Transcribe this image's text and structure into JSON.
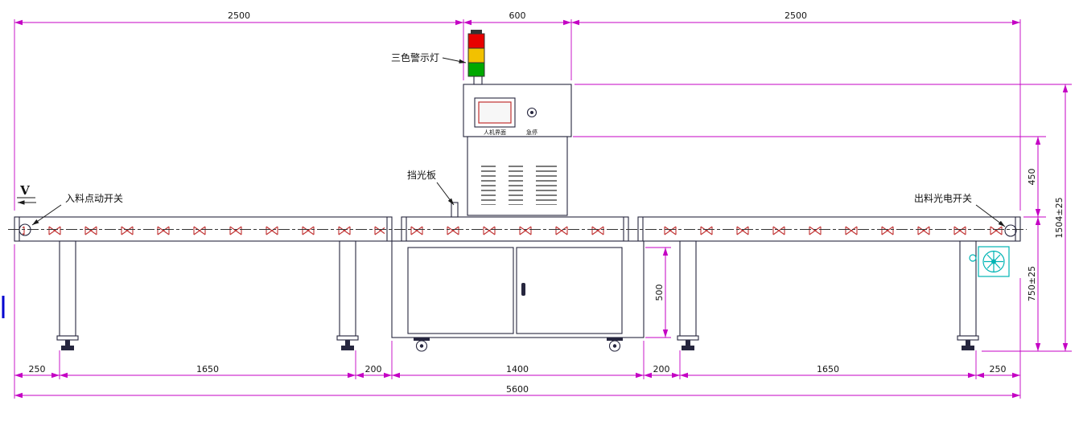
{
  "drawing": {
    "labels": {
      "warning_light": "三色警示灯",
      "light_shield": "挡光板",
      "infeed_switch": "入料点动开关",
      "outfeed_switch": "出料光电开关",
      "hmi": "人机界面",
      "estop": "急停",
      "view_marker": "V"
    },
    "dimensions": {
      "top_left": "2500",
      "top_center": "600",
      "top_right": "2500",
      "height_450": "450",
      "height_total": "1504±25",
      "height_750": "750±25",
      "cabinet_500": "500",
      "bottom": [
        "250",
        "1650",
        "200",
        "1400",
        "200",
        "1650",
        "250"
      ],
      "total_width": "5600"
    },
    "colors": {
      "dimension": "#c400c4",
      "outline": "#26263e",
      "red_light": "#e80000",
      "yellow_light": "#f2c100",
      "green_light": "#00a800",
      "marker_red": "#c03030",
      "teal": "#00b4b4",
      "blue_tick": "#0000d0"
    }
  }
}
